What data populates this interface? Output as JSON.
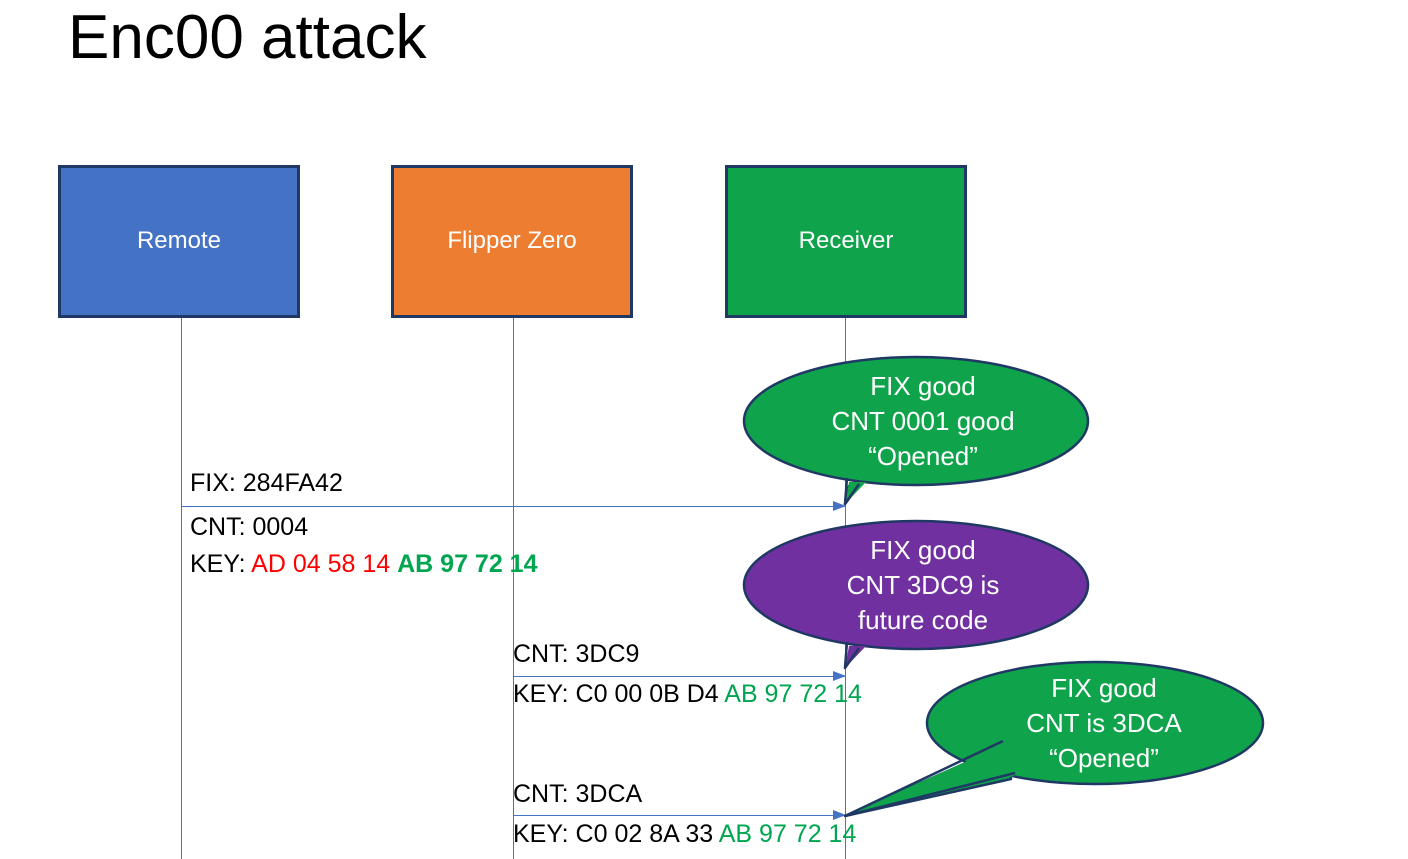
{
  "slide": {
    "title": "Enc00 attack"
  },
  "actors": [
    {
      "id": "remote",
      "label": "Remote",
      "color": "#4472C4"
    },
    {
      "id": "flipper",
      "label": "Flipper Zero",
      "color": "#ED7D31"
    },
    {
      "id": "receiver",
      "label": "Receiver",
      "color": "#0FA44B"
    }
  ],
  "messages": [
    {
      "id": "msg1",
      "from": "remote",
      "to": "receiver",
      "line_fix": "FIX: 284FA42",
      "line_cnt": "CNT: 0004",
      "key_label": "KEY:",
      "key_part1": "AD 04 58 14",
      "key_part2": "AB 97 72 14"
    },
    {
      "id": "msg2",
      "from": "flipper",
      "to": "receiver",
      "line_cnt": "CNT: 3DC9",
      "key_label": "KEY:",
      "key_part1": "C0 00 0B D4",
      "key_part2": "AB 97 72 14"
    },
    {
      "id": "msg3",
      "from": "flipper",
      "to": "receiver",
      "line_cnt": "CNT: 3DCA",
      "key_label": "KEY:",
      "key_part1": "C0 02 8A 33",
      "key_part2": "AB 97 72 14"
    }
  ],
  "callouts": [
    {
      "id": "callout1",
      "color": "#0FA44B",
      "line1": "FIX good",
      "line2": "CNT 0001 good",
      "line3": "“Opened”"
    },
    {
      "id": "callout2",
      "color": "#7030A0",
      "line1": "FIX good",
      "line2": "CNT 3DC9 is",
      "line3": "future code"
    },
    {
      "id": "callout3",
      "color": "#0FA44B",
      "line1": "FIX good",
      "line2": "CNT is 3DCA",
      "line3": "“Opened”"
    }
  ],
  "colors": {
    "blue": "#4472C4",
    "orange": "#ED7D31",
    "green": "#0FA44B",
    "purple": "#7030A0",
    "key_red": "#FF0000",
    "key_green": "#00A64F",
    "box_border": "#1F3864",
    "lifeline": "#4472C4"
  }
}
